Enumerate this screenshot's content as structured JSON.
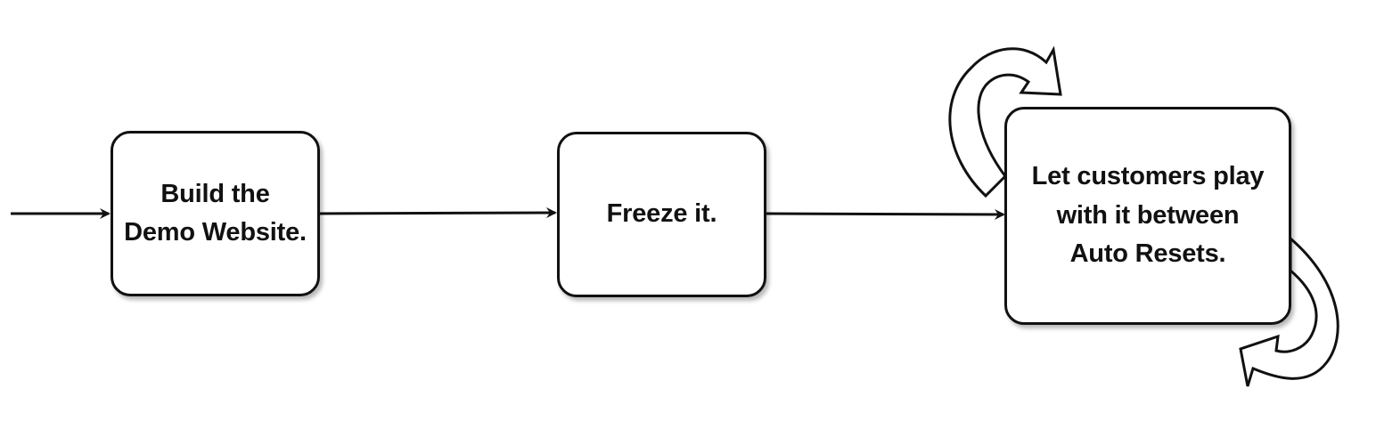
{
  "diagram": {
    "type": "flowchart",
    "steps": [
      {
        "id": "build",
        "label": "Build the\nDemo Website."
      },
      {
        "id": "freeze",
        "label": "Freeze it."
      },
      {
        "id": "play",
        "label": "Let customers play\nwith it between\nAuto Resets."
      }
    ],
    "edges": [
      {
        "from": "entry",
        "to": "build"
      },
      {
        "from": "build",
        "to": "freeze"
      },
      {
        "from": "freeze",
        "to": "play"
      },
      {
        "from": "play",
        "to": "play",
        "kind": "loop"
      }
    ],
    "colors": {
      "stroke": "#111111",
      "fill": "#ffffff"
    }
  }
}
